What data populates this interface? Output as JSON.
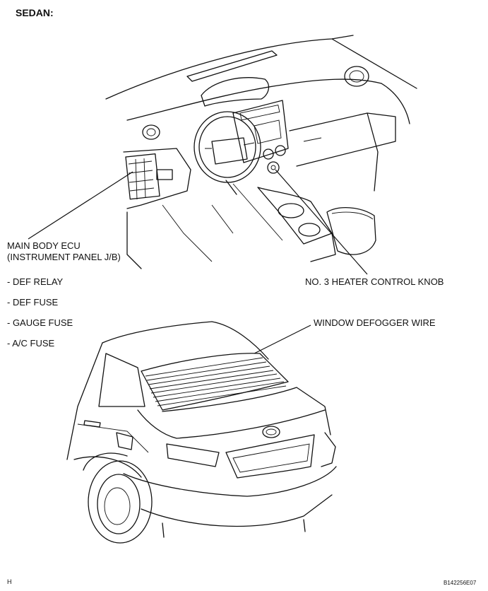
{
  "header": {
    "title": "SEDAN:"
  },
  "callouts": {
    "main_body_ecu_line1": "MAIN BODY ECU",
    "main_body_ecu_line2": "(INSTRUMENT PANEL J/B)",
    "heater_knob": "NO. 3 HEATER CONTROL KNOB",
    "defogger_wire": "WINDOW DEFOGGER WIRE"
  },
  "components": [
    "- DEF RELAY",
    "- DEF FUSE",
    "- GAUGE FUSE",
    "- A/C FUSE"
  ],
  "footer": {
    "left_mark": "H",
    "figure_code": "B142256E07"
  }
}
